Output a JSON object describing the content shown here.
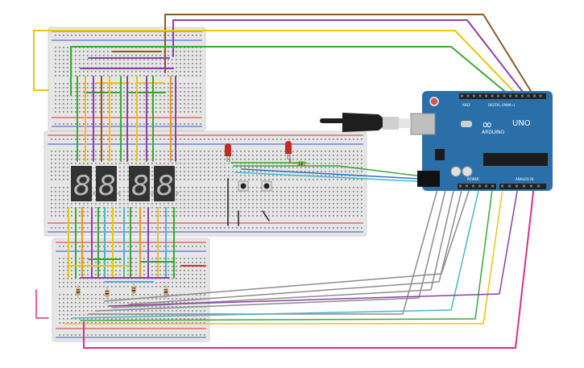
{
  "arduino": {
    "brand_label": "ARDUINO",
    "model_label": "UNO",
    "digital_label": "DIGITAL (PWM~)",
    "power_label": "POWER",
    "analog_label": "ANALOG IN",
    "aref_label": "AREF",
    "logo_symbol": "∞",
    "board_color": "#2b6fa8",
    "header_color": "#222222"
  },
  "usb_cable": {
    "color": "#1e1e1e",
    "plug_color": "#cfcfcf"
  },
  "breadboards": {
    "body_color": "#e6e6e6",
    "rail_red": "#d93030",
    "rail_blue": "#3a55c8",
    "hole_color": "#8a8a8a"
  },
  "display": {
    "digit_count": 4,
    "digit_glyph": "8.",
    "segment_color": "#b8b8b8",
    "body_color": "#333333"
  },
  "leds": {
    "color": "#c42b1c",
    "count": 2
  },
  "wire_colors": {
    "yellow": "#e8c613",
    "purple": "#8f3fa8",
    "green": "#3aa935",
    "brown": "#8b5a2b",
    "orange": "#e8961e",
    "gray": "#8c8c8c",
    "cyan": "#4ab5cc",
    "blue": "#2b74c9",
    "magenta": "#d6308a",
    "red": "#d93030",
    "black": "#222222"
  }
}
